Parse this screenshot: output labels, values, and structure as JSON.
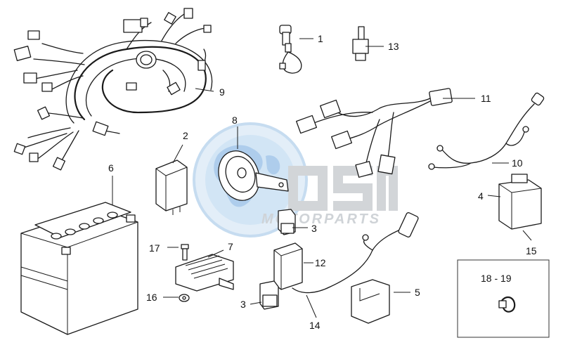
{
  "watermark": {
    "brand": "OSM",
    "tagline": "MOTORPARTS",
    "colors": {
      "globe": "#c9dff2",
      "globe_land": "#a8c9ea",
      "letters": "#d0d3d6",
      "tagline": "#cfd3d7"
    }
  },
  "callouts": [
    {
      "id": "1",
      "label": "1"
    },
    {
      "id": "13",
      "label": "13"
    },
    {
      "id": "9",
      "label": "9"
    },
    {
      "id": "11",
      "label": "11"
    },
    {
      "id": "8",
      "label": "8"
    },
    {
      "id": "2",
      "label": "2"
    },
    {
      "id": "10",
      "label": "10"
    },
    {
      "id": "6",
      "label": "6"
    },
    {
      "id": "4",
      "label": "4"
    },
    {
      "id": "3a",
      "label": "3"
    },
    {
      "id": "15",
      "label": "15"
    },
    {
      "id": "17",
      "label": "17"
    },
    {
      "id": "7",
      "label": "7"
    },
    {
      "id": "12",
      "label": "12"
    },
    {
      "id": "16",
      "label": "16"
    },
    {
      "id": "3b",
      "label": "3"
    },
    {
      "id": "5",
      "label": "5"
    },
    {
      "id": "14",
      "label": "14"
    }
  ],
  "inset": {
    "label": "18 - 19"
  },
  "colors": {
    "line": "#1a1a1a",
    "background": "#ffffff",
    "inset_border": "#333333"
  }
}
